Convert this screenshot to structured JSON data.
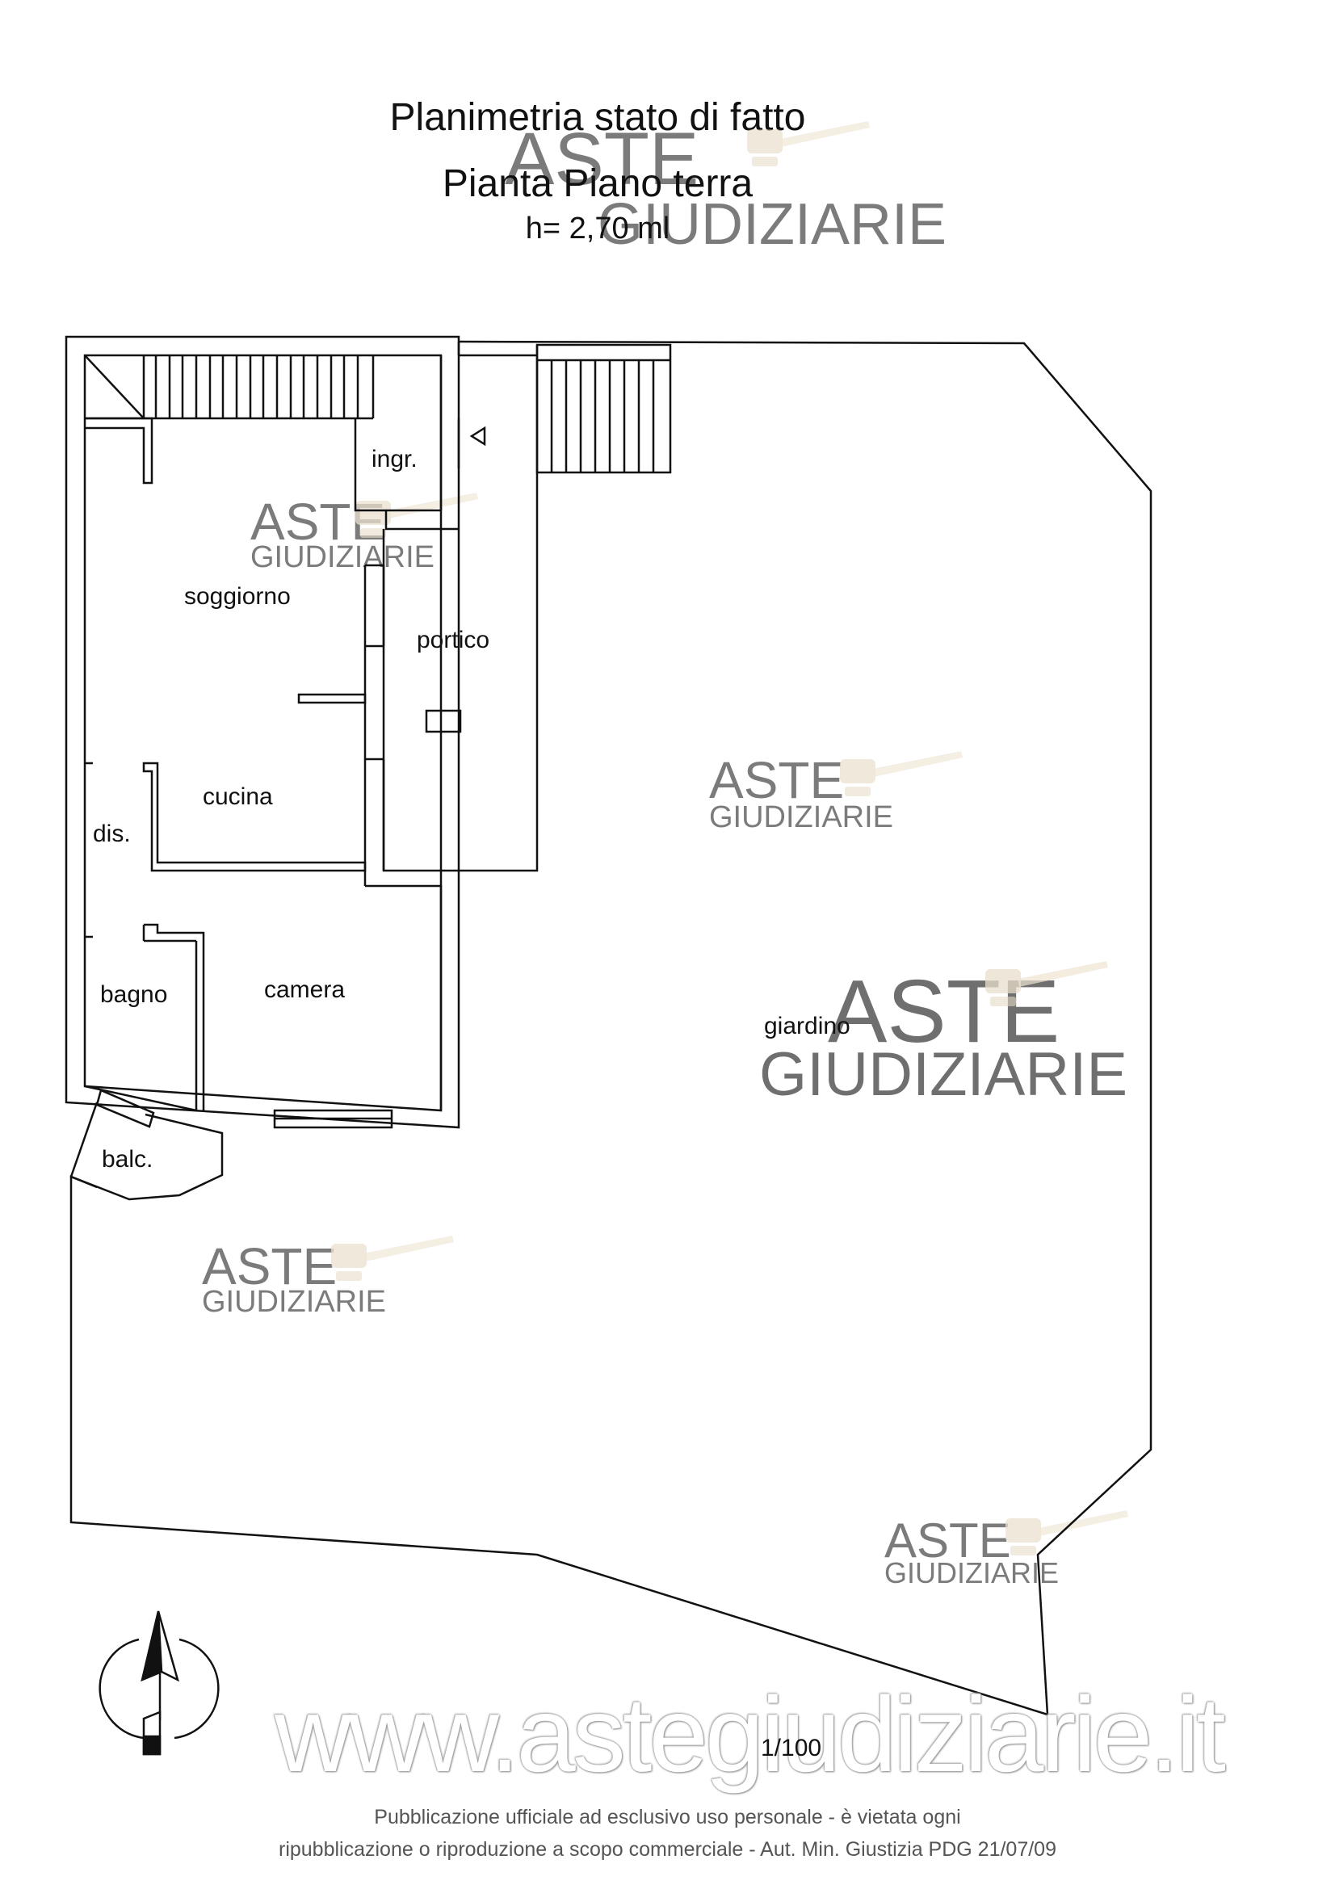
{
  "header": {
    "title_1": "Planimetria stato di fatto",
    "title_2": "Pianta Piano terra",
    "title_3": "h= 2,70 ml"
  },
  "rooms": {
    "ingresso": "ingr.",
    "soggiorno": "soggiorno",
    "portico": "portico",
    "cucina": "cucina",
    "disimpegno": "dis.",
    "bagno": "bagno",
    "camera": "camera",
    "giardino": "giardino",
    "balcone": "balc."
  },
  "scale": "1/100",
  "watermark": {
    "line_1": "ASTE",
    "line_2": "GIUDIZIARIE",
    "url": "www.astegiudiziarie.it",
    "color": "#8fa3c4"
  },
  "footer": {
    "line_1": "Pubblicazione ufficiale ad esclusivo uso personale - è vietata ogni",
    "line_2": "ripubblicazione o riproduzione a scopo commerciale - Aut. Min. Giustizia PDG 21/07/09"
  },
  "icons": {
    "north_arrow": "north-arrow-icon",
    "gavel": "gavel-icon"
  }
}
